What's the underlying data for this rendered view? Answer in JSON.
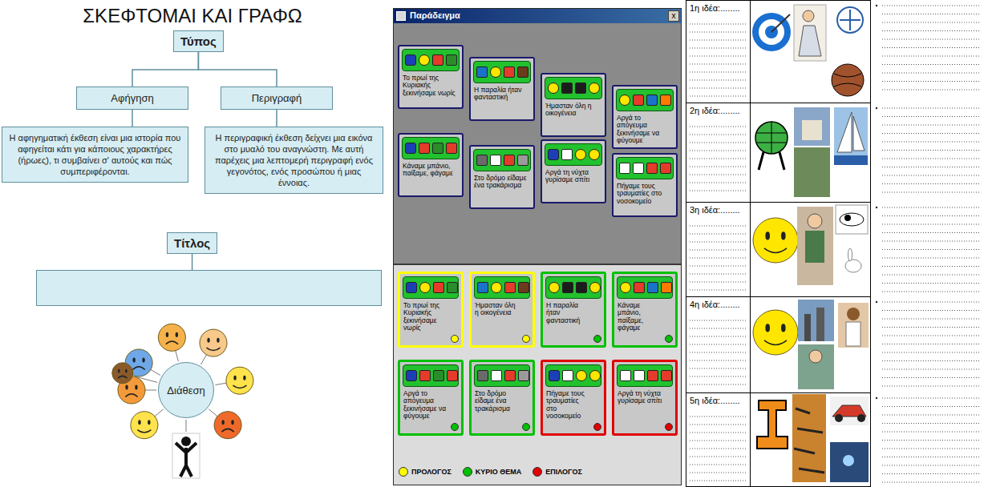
{
  "diagram": {
    "title": "ΣΚΕΦΤΟΜΑΙ ΚΑΙ ΓΡΑΦΩ",
    "nodes": [
      {
        "text": [
          "Τύπος"
        ]
      },
      {
        "text": [
          "Αφήγηση"
        ]
      },
      {
        "text": [
          "Περιγραφή"
        ]
      },
      {
        "text": [
          "Η αφηγηματική έκθεση είναι μια ιστορία που αφηγείται κάτι για κάποιους χαρακτήρες (ήρωες), τι συμβαίνει σ' αυτούς και πώς συμπεριφέρονται."
        ]
      },
      {
        "text": [
          "Η περιγραφική έκθεση δείχνει μια εικόνα στο μυαλό του αναγνώστη. Με αυτή παρέχεις μια λεπτομερή περιγραφή ενός γεγονότος, ενός προσώπου ή μιας έννοιας."
        ]
      },
      {
        "text": [
          "Τίτλος"
        ]
      },
      {
        "text": [
          "Διάθεση"
        ]
      },
      {
        "text": [
          "Παράδειγμα"
        ]
      },
      {
        "text": [
          "Το πρωί της Κυριακής ξεκινήσαμε νωρίς"
        ],
        "in": 7
      },
      {
        "text": [
          "Η παραλία ήταν φανταστική"
        ],
        "in": 7
      },
      {
        "text": [
          "Ήμασταν όλη η οικογένεια"
        ],
        "in": 7
      },
      {
        "text": [
          "Αργά το απόγευμα ξεκινήσαμε να φύγουμε"
        ],
        "in": 7
      },
      {
        "text": [
          "Κάναμε μπάνιο, παίξαμε, φάγαμε"
        ],
        "in": 7
      },
      {
        "text": [
          "Στο δρόμο είδαμε ένα τρακάρισμα"
        ],
        "in": 7
      },
      {
        "text": [
          "Αργά τη νύχτα γυρίσαμε σπίτι"
        ],
        "in": 7
      },
      {
        "text": [
          "Πήγαμε τους τραυματίες στο νοσοκομείο"
        ],
        "in": 7
      },
      {
        "text": [
          "Το πρωί της Κυριακής ξεκινήσαμε νωρίς"
        ],
        "in": 7
      },
      {
        "text": [
          "Ήμασταν όλη η οικογένεια"
        ],
        "in": 7
      },
      {
        "text": [
          "Η παραλία ήταν φανταστική"
        ],
        "in": 7
      },
      {
        "text": [
          "Κάναμε μπάνιο, παίξαμε, φάγαμε"
        ],
        "in": 7
      },
      {
        "text": [
          "Αργά το απόγευμα ξεκινήσαμε να φύγουμε"
        ],
        "in": 7
      },
      {
        "text": [
          "Στο δρόμο είδαμε ένα τρακάρισμα"
        ],
        "in": 7
      },
      {
        "text": [
          "Πήγαμε τους τραυματίες στο νοσοκομείο"
        ],
        "in": 7
      },
      {
        "text": [
          "Αργά τη νύχτα γυρίσαμε σπίτι"
        ],
        "in": 7
      },
      {
        "text": [
          "1η ιδέα:........"
        ]
      },
      {
        "text": [
          "2η ιδέα:........"
        ]
      },
      {
        "text": [
          "3η ιδέα:........"
        ]
      },
      {
        "text": [
          "4η ιδέα:........"
        ]
      },
      {
        "text": [
          "5η ιδέα:........"
        ]
      }
    ],
    "edges": [
      {
        "from": 0,
        "to": 1,
        "arrow": "none"
      },
      {
        "from": 0,
        "to": 2,
        "arrow": "none"
      },
      {
        "from": 1,
        "to": 3,
        "arrow": "none"
      },
      {
        "from": 2,
        "to": 4,
        "arrow": "none"
      }
    ],
    "labels": [
      "x"
    ],
    "legend": [
      {
        "text": "ΠΡΟΛΟΓΟΣ",
        "color": "#ffff00"
      },
      {
        "text": "ΚΥΡΙΟ ΘΕΜΑ",
        "color": "#00c000"
      },
      {
        "text": "ΕΠΙΛΟΓΟΣ",
        "color": "#e00000"
      }
    ]
  }
}
